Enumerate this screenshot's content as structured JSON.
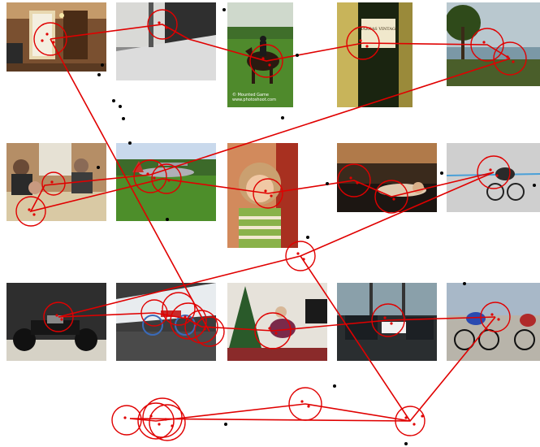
{
  "scene": {
    "title": "",
    "thumbnails": [
      {
        "id": "living-room",
        "subject": "living room with fireplace"
      },
      {
        "id": "window-sill",
        "subject": "window sill close-up"
      },
      {
        "id": "horse-rider",
        "subject": "rider on horse",
        "caption_lines": [
          "© Mounted Game",
          "www.photoshoot.com"
        ]
      },
      {
        "id": "wine-bottle",
        "subject": "wine bottle",
        "label": "MARCAS VINTAGE"
      },
      {
        "id": "lake-tree",
        "subject": "tree by a lake"
      },
      {
        "id": "dinner-party",
        "subject": "people at a dinner table"
      },
      {
        "id": "airplane-field",
        "subject": "small airplane on grass"
      },
      {
        "id": "toddler",
        "subject": "toddler in striped shirt"
      },
      {
        "id": "person-sofa",
        "subject": "person lying on sofa"
      },
      {
        "id": "cyclist-track",
        "subject": "cyclist on track"
      },
      {
        "id": "motorcycle",
        "subject": "motorcycle parked"
      },
      {
        "id": "bicycle-snow",
        "subject": "bicycle near snow"
      },
      {
        "id": "christmas-room",
        "subject": "room with christmas tree"
      },
      {
        "id": "lounge-room",
        "subject": "modern lounge room"
      },
      {
        "id": "bike-race",
        "subject": "cyclists racing"
      }
    ],
    "colors": {
      "scanpath": "#e00000",
      "fixation_point": "#e00000",
      "stray_point": "#000000",
      "background": "#ffffff"
    }
  }
}
